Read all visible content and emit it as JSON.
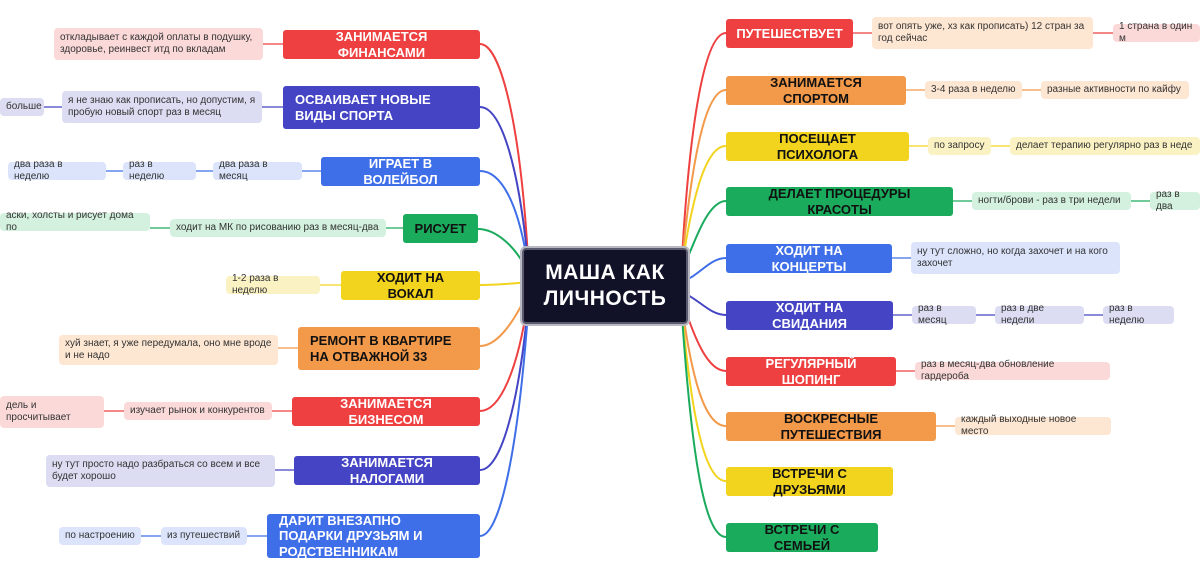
{
  "center": "МАША КАК ЛИЧНОСТЬ",
  "left_topics": [
    {
      "label": "ЗАНИМАЕТСЯ ФИНАНСАМИ",
      "color": "#ee4040",
      "leaves": [
        "откладывает с каждой оплаты в подушку, здоровье, реинвест итд по вкладам"
      ]
    },
    {
      "label": "ОСВАИВАЕТ НОВЫЕ ВИДЫ СПОРТА",
      "color": "#4444c4",
      "leaves": [
        "я не знаю как прописать, но допустим, я пробую новый спорт раз в месяц",
        "больше"
      ]
    },
    {
      "label": "ИГРАЕТ В ВОЛЕЙБОЛ",
      "color": "#3f6fe8",
      "leaves": [
        "два раза в месяц",
        "раз в неделю",
        "два раза в неделю"
      ]
    },
    {
      "label": "РИСУЕТ",
      "color": "#1aab5d",
      "leaves": [
        "ходит на МК по рисованию раз в месяц-два",
        "аски, холсты и рисует дома по"
      ]
    },
    {
      "label": "ХОДИТ НА ВОКАЛ",
      "color": "#f2d31d",
      "leaves": [
        "1-2 раза в неделю"
      ]
    },
    {
      "label": "РЕМОНТ В КВАРТИРЕ НА ОТВАЖНОЙ 33",
      "color": "#f2994a",
      "leaves": [
        "хуй знает, я уже передумала, оно мне вроде и не надо"
      ]
    },
    {
      "label": "ЗАНИМАЕТСЯ БИЗНЕСОМ",
      "color": "#ee4040",
      "leaves": [
        "изучает рынок и конкурентов",
        "дель и просчитывает"
      ]
    },
    {
      "label": "ЗАНИМАЕТСЯ НАЛОГАМИ",
      "color": "#4444c4",
      "leaves": [
        "ну тут просто надо разбраться со всем и все будет хорошо"
      ]
    },
    {
      "label": "ДАРИТ ВНЕЗАПНО ПОДАРКИ ДРУЗЬЯМ И РОДСТВЕННИКАМ",
      "color": "#3f6fe8",
      "leaves": [
        "из путешествий",
        "по настроению"
      ]
    }
  ],
  "right_topics": [
    {
      "label": "ПУТЕШЕСТВУЕТ",
      "color": "#ee4040",
      "leaves": [
        "вот опять уже, хз как прописать) 12 стран за год сейчас",
        "1 страна в один м"
      ]
    },
    {
      "label": "ЗАНИМАЕТСЯ СПОРТОМ",
      "color": "#f2994a",
      "leaves": [
        "3-4 раза в неделю",
        "разные активности по кайфу"
      ]
    },
    {
      "label": "ПОСЕЩАЕТ ПСИХОЛОГА",
      "color": "#f2d31d",
      "leaves": [
        "по запросу",
        "делает терапию регулярно раз в неде"
      ]
    },
    {
      "label": "ДЕЛАЕТ ПРОЦЕДУРЫ КРАСОТЫ",
      "color": "#1aab5d",
      "leaves": [
        "ногти/брови - раз в три недели",
        "раз в два"
      ]
    },
    {
      "label": "ХОДИТ НА КОНЦЕРТЫ",
      "color": "#3f6fe8",
      "leaves": [
        "ну тут сложно, но когда захочет и на кого захочет"
      ]
    },
    {
      "label": "ХОДИТ НА СВИДАНИЯ",
      "color": "#4444c4",
      "leaves": [
        "раз в месяц",
        "раз в две недели",
        "раз в неделю"
      ]
    },
    {
      "label": "РЕГУЛЯРНЫЙ ШОПИНГ",
      "color": "#ee4040",
      "leaves": [
        "раз в месяц-два обновление гардероба"
      ]
    },
    {
      "label": "ВОСКРЕСНЫЕ ПУТЕШЕСТВИЯ",
      "color": "#f2994a",
      "leaves": [
        "каждый выходные новое место"
      ]
    },
    {
      "label": "ВСТРЕЧИ С ДРУЗЬЯМИ",
      "color": "#f2d31d",
      "leaves": []
    },
    {
      "label": "ВСТРЕЧИ С СЕМЬЕЙ",
      "color": "#1aab5d",
      "leaves": []
    }
  ]
}
